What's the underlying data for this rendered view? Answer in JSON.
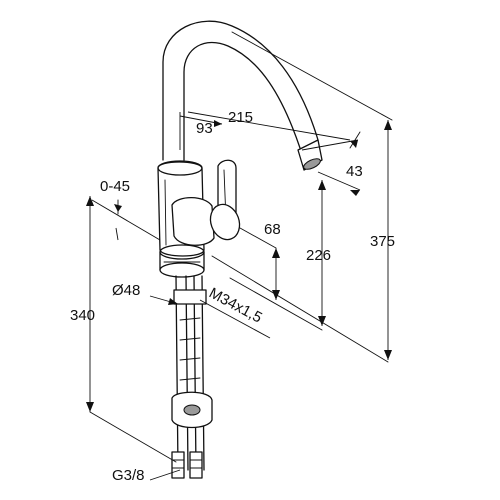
{
  "labels": {
    "spout_reach": "215",
    "spout_offset": "93",
    "outlet_dia": "43",
    "swivel_range": "0-45",
    "lever_height": "68",
    "outlet_height": "226",
    "total_height": "375",
    "base_diameter": "Ø48",
    "thread": "M34x1,5",
    "below_counter": "340",
    "connection": "G3/8"
  }
}
